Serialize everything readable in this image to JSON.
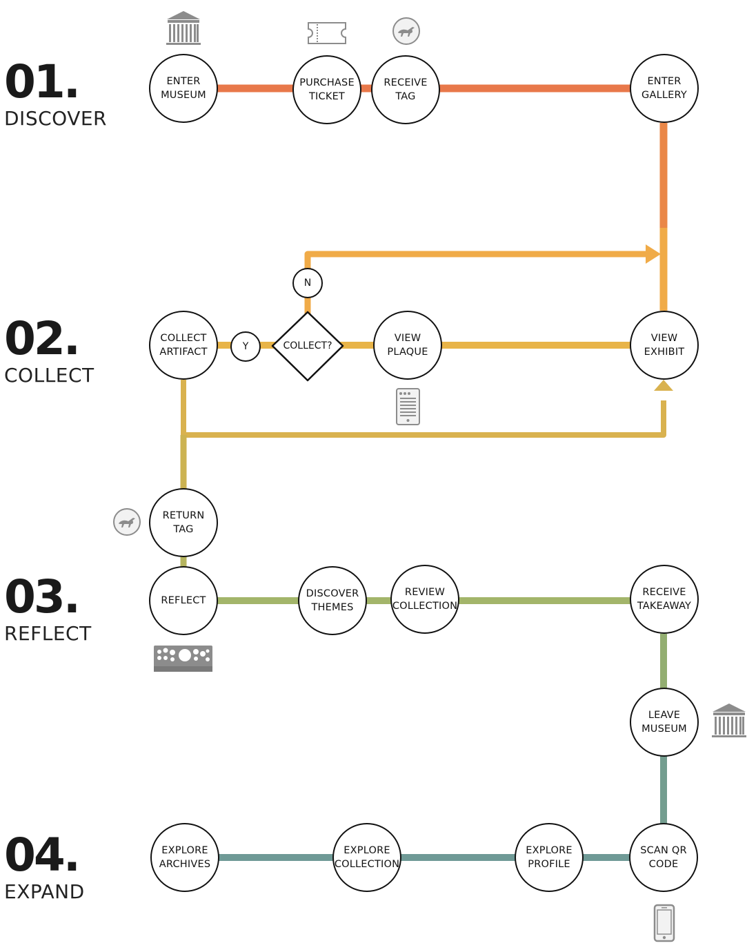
{
  "stages": [
    {
      "number": "01.",
      "name": "DISCOVER"
    },
    {
      "number": "02.",
      "name": "COLLECT"
    },
    {
      "number": "03.",
      "name": "REFLECT"
    },
    {
      "number": "04.",
      "name": "EXPAND"
    }
  ],
  "nodes": {
    "enter_museum": {
      "line1": "ENTER",
      "line2": "MUSEUM"
    },
    "purchase_ticket": {
      "line1": "PURCHASE",
      "line2": "TICKET"
    },
    "receive_tag": {
      "line1": "RECEIVE",
      "line2": "TAG"
    },
    "enter_gallery": {
      "line1": "ENTER",
      "line2": "GALLERY"
    },
    "collect_artifact": {
      "line1": "COLLECT",
      "line2": "ARTIFACT"
    },
    "view_plaque": {
      "line1": "VIEW",
      "line2": "PLAQUE"
    },
    "view_exhibit": {
      "line1": "VIEW",
      "line2": "EXHIBIT"
    },
    "return_tag": {
      "line1": "RETURN",
      "line2": "TAG"
    },
    "reflect": {
      "line1": "REFLECT"
    },
    "discover_themes": {
      "line1": "DISCOVER",
      "line2": "THEMES"
    },
    "review_collection": {
      "line1": "REVIEW",
      "line2": "COLLECTION"
    },
    "receive_takeaway": {
      "line1": "RECEIVE",
      "line2": "TAKEAWAY"
    },
    "leave_museum": {
      "line1": "LEAVE",
      "line2": "MUSEUM"
    },
    "explore_archives": {
      "line1": "EXPLORE",
      "line2": "ARCHIVES"
    },
    "explore_collection": {
      "line1": "EXPLORE",
      "line2": "COLLECTION"
    },
    "explore_profile": {
      "line1": "EXPLORE",
      "line2": "PROFILE"
    },
    "scan_qr_code": {
      "line1": "SCAN QR",
      "line2": "CODE"
    }
  },
  "decision": {
    "label": "COLLECT?",
    "yes": "Y",
    "no": "N"
  },
  "colors": {
    "discover": "#e8784a",
    "collect_upper": "#f0ab48",
    "collect_lower": "#d9b24f",
    "collect_return": "#ccb352",
    "reflect": "#a3b56a",
    "reflect_down": "#93ae71",
    "expand": "#6f9a96",
    "icon_gray": "#8c8c8c"
  },
  "icons": [
    "museum-icon",
    "ticket-icon",
    "dinosaur-tag-icon",
    "plaque-tablet-icon",
    "dinosaur-tag-icon",
    "collection-display-icon",
    "museum-icon",
    "phone-icon"
  ]
}
